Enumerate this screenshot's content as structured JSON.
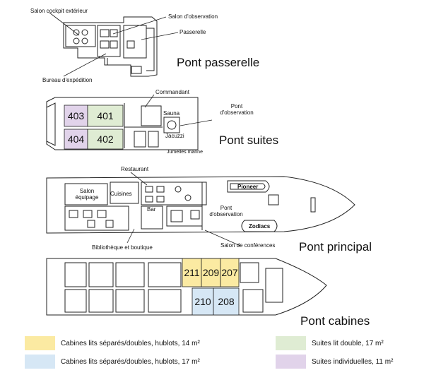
{
  "colors": {
    "yellow": "#fbeaa2",
    "blue": "#d6e7f5",
    "green": "#dfecd3",
    "purple": "#e1d3ea",
    "line": "#222222"
  },
  "decks": {
    "passerelle": {
      "title": "Pont passerelle",
      "labels": {
        "cockpit": "Salon cockpit extérieur",
        "observation": "Salon d'observation",
        "passerelle": "Passerelle",
        "bureau": "Bureau d'expédition"
      }
    },
    "suites": {
      "title": "Pont suites",
      "cabins": [
        "403",
        "401",
        "404",
        "402"
      ],
      "labels": {
        "commandant": "Commandant",
        "pont_obs_1": "Pont",
        "pont_obs_2": "d'observation",
        "sauna": "Sauna",
        "jacuzzi": "Jacuzzi",
        "jumelles": "Jumelles marine"
      }
    },
    "principal": {
      "title": "Pont principal",
      "labels": {
        "restaurant": "Restaurant",
        "salon_1": "Salon",
        "salon_2": "équipage",
        "cuisines": "Cuisines",
        "bar": "Bar",
        "pont_obs_1": "Pont",
        "pont_obs_2": "d'observation",
        "pioneer": "Pioneer",
        "zodiacs": "Zodiacs",
        "bibliotheque": "Bibliothèque et boutique",
        "conferences": "Salon de conférences"
      }
    },
    "cabines": {
      "title": "Pont cabines",
      "cabins_yellow": [
        "211",
        "209",
        "207"
      ],
      "cabins_blue": [
        "210",
        "208"
      ]
    }
  },
  "legend": [
    {
      "text": "Cabines lits séparés/doubles, hublots, 14 m²",
      "color": "yellow"
    },
    {
      "text": "Suites lit double, 17 m²",
      "color": "green"
    },
    {
      "text": "Cabines lits séparés/doubles, hublots, 17 m²",
      "color": "blue"
    },
    {
      "text": "Suites individuelles, 11 m²",
      "color": "purple"
    }
  ]
}
